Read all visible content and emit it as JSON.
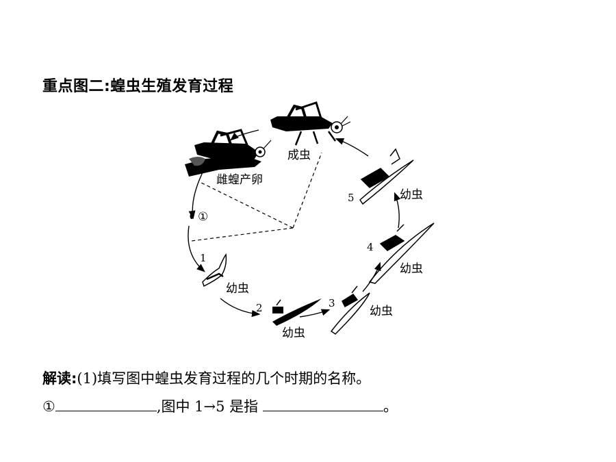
{
  "title": "重点图二:蝗虫生殖发育过程",
  "diagram": {
    "stage_adult": "成虫",
    "stage_female_laying": "雌蝗产卵",
    "egg_marker": "①",
    "nymph_label": "幼虫",
    "nymph_numbers": [
      "1",
      "2",
      "3",
      "4",
      "5"
    ]
  },
  "question": {
    "prefix": "解读:",
    "line1": "(1)填写图中蝗虫发育过程的几个时期的名称。",
    "marker": "①",
    "mid": ",图中 1→5 是指",
    "end": "。"
  }
}
